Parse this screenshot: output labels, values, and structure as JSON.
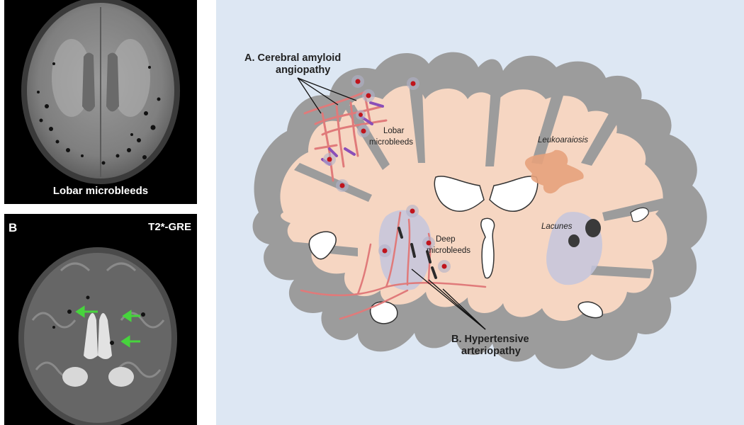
{
  "panels": {
    "mri_top": {
      "caption": "Lobar microbleeds"
    },
    "mri_bottom": {
      "letter": "B",
      "sequence": "T2*-GRE"
    }
  },
  "diagram": {
    "label_a_line1": "A. Cerebral amyloid",
    "label_a_line2": "angiopathy",
    "label_b_line1": "B. Hypertensive",
    "label_b_line2": "arteriopathy",
    "lobar_line1": "Lobar",
    "lobar_line2": "microbleeds",
    "deep_line1": "Deep",
    "deep_line2": "microbleeds",
    "leukoaraiosis": "Leukoaraiosis",
    "lacunes": "Lacunes"
  },
  "colors": {
    "background": "#dde7f3",
    "cortex": "#9c9c9c",
    "white_matter": "#f6d6c2",
    "vessel": "#e07a7a",
    "microbleed": "#c0141c",
    "leukoaraiosis": "#e7a27c",
    "basal_ganglia": "#c4c6dd",
    "arrow": "#47d43d"
  }
}
